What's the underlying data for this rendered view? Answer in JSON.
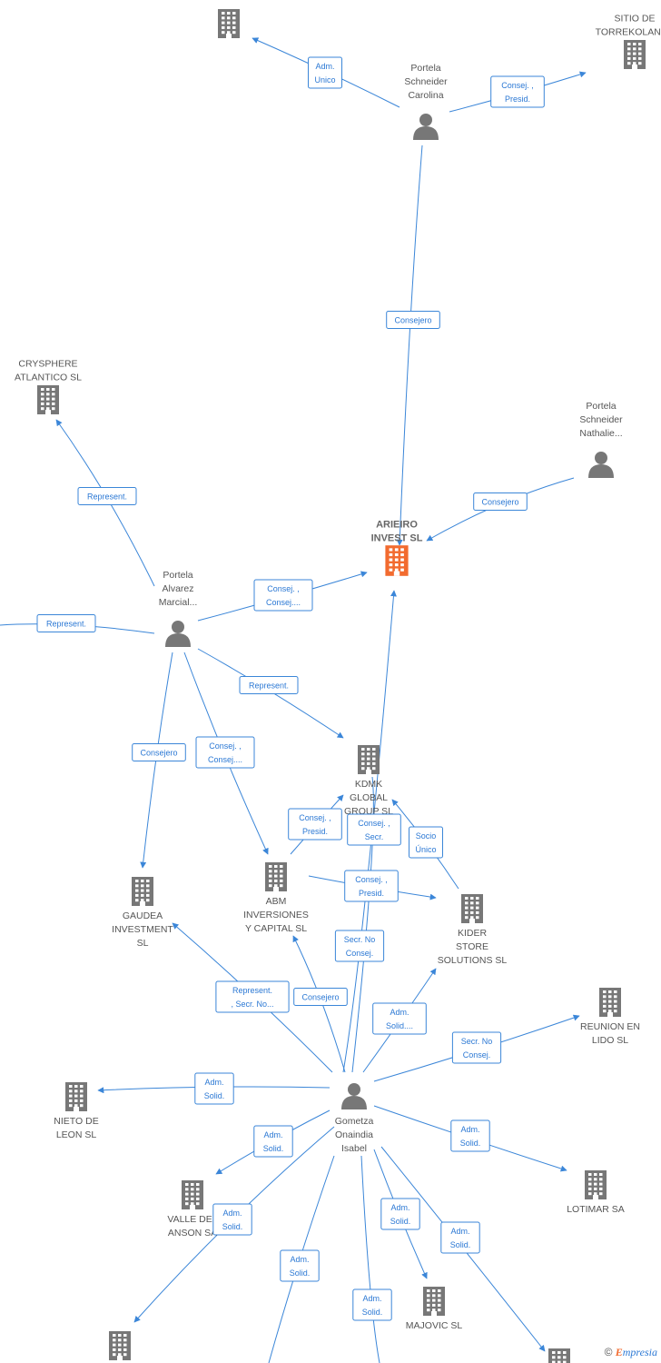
{
  "colors": {
    "edge": "#3b86d8",
    "company": "#777777",
    "person": "#777777",
    "main": "#f26b2f"
  },
  "nodes": [
    {
      "id": "top_co",
      "type": "company",
      "label": ""
    },
    {
      "id": "sitio",
      "type": "company",
      "label": "SITIO DE\nTORREKOLANDA"
    },
    {
      "id": "carolina",
      "type": "person",
      "label": "Portela\nSchneider\nCarolina"
    },
    {
      "id": "crysphere",
      "type": "company",
      "label": "CRYSPHERE\nATLANTICO SL"
    },
    {
      "id": "nathalie",
      "type": "person",
      "label": "Portela\nSchneider\nNathalie..."
    },
    {
      "id": "arieiro",
      "type": "main",
      "label": "ARIEIRO\nINVEST SL"
    },
    {
      "id": "marcial",
      "type": "person",
      "label": "Portela\nAlvarez\nMarcial..."
    },
    {
      "id": "kdmk",
      "type": "company",
      "label": "KDMK\nGLOBAL\nGROUP SL"
    },
    {
      "id": "gaudea",
      "type": "company",
      "label": "GAUDEA\nINVESTMENT\nSL"
    },
    {
      "id": "abm",
      "type": "company",
      "label": "ABM\nINVERSIONES\nY CAPITAL SL"
    },
    {
      "id": "kider",
      "type": "company",
      "label": "KIDER\nSTORE\nSOLUTIONS SL"
    },
    {
      "id": "reunion",
      "type": "company",
      "label": "REUNION EN\nLIDO SL"
    },
    {
      "id": "nieto",
      "type": "company",
      "label": "NIETO DE\nLEON SL"
    },
    {
      "id": "isabel",
      "type": "person",
      "label": "Gometza\nOnaindia\nIsabel"
    },
    {
      "id": "valle",
      "type": "company",
      "label": "VALLE DEL\nANSON SA"
    },
    {
      "id": "lotimar",
      "type": "company",
      "label": "LOTIMAR SA"
    },
    {
      "id": "majovic",
      "type": "company",
      "label": "MAJOVIC SL"
    },
    {
      "id": "bottom_left",
      "type": "company",
      "label": ""
    },
    {
      "id": "bottom_right",
      "type": "company",
      "label": ""
    }
  ],
  "edges": [
    {
      "from": "carolina",
      "to": "top_co",
      "label": "Adm.\nUnico"
    },
    {
      "from": "carolina",
      "to": "sitio",
      "label": "Consej. ,\nPresid."
    },
    {
      "from": "carolina",
      "to": "arieiro",
      "label": "Consejero"
    },
    {
      "from": "marcial",
      "to": "crysphere",
      "label": "Represent."
    },
    {
      "from": "nathalie",
      "to": "arieiro",
      "label": "Consejero"
    },
    {
      "from": "marcial",
      "to": "arieiro",
      "label": "Consej. ,\nConsej...."
    },
    {
      "from": "marcial",
      "to": "offscreen_left",
      "label": "Represent."
    },
    {
      "from": "marcial",
      "to": "kdmk",
      "label": "Represent."
    },
    {
      "from": "marcial",
      "to": "gaudea",
      "label": "Consejero"
    },
    {
      "from": "marcial",
      "to": "abm",
      "label": "Consej. ,\nConsej...."
    },
    {
      "from": "abm",
      "to": "kdmk",
      "label": "Consej. ,\nPresid."
    },
    {
      "from": "isabel",
      "to": "kdmk",
      "label": "Consej. ,\nSecr."
    },
    {
      "from": "kider",
      "to": "kdmk",
      "label": "Socio\nÚnico"
    },
    {
      "from": "abm",
      "to": "kider",
      "label": "Consej. ,\nPresid."
    },
    {
      "from": "isabel",
      "to": "arieiro",
      "label": "Secr. No\nConsej."
    },
    {
      "from": "isabel",
      "to": "gaudea",
      "label": "Represent.\n, Secr. No..."
    },
    {
      "from": "isabel",
      "to": "abm",
      "label": "Consejero"
    },
    {
      "from": "isabel",
      "to": "kider",
      "label": "Adm.\nSolid...."
    },
    {
      "from": "isabel",
      "to": "reunion",
      "label": "Secr. No\nConsej."
    },
    {
      "from": "isabel",
      "to": "nieto",
      "label": "Adm.\nSolid."
    },
    {
      "from": "isabel",
      "to": "valle",
      "label": "Adm.\nSolid."
    },
    {
      "from": "isabel",
      "to": "lotimar",
      "label": "Adm.\nSolid."
    },
    {
      "from": "isabel",
      "to": "bottom_left",
      "label": "Adm.\nSolid."
    },
    {
      "from": "isabel",
      "to": "offscreen_bottom",
      "label": "Adm.\nSolid."
    },
    {
      "from": "isabel",
      "to": "majovic",
      "label": "Adm.\nSolid."
    },
    {
      "from": "isabel",
      "to": "offscreen_bottom2",
      "label": "Adm.\nSolid."
    },
    {
      "from": "isabel",
      "to": "bottom_right",
      "label": "Adm.\nSolid."
    }
  ],
  "footer": {
    "copyright": "©",
    "brand_first": "E",
    "brand_rest": "mpresia"
  }
}
